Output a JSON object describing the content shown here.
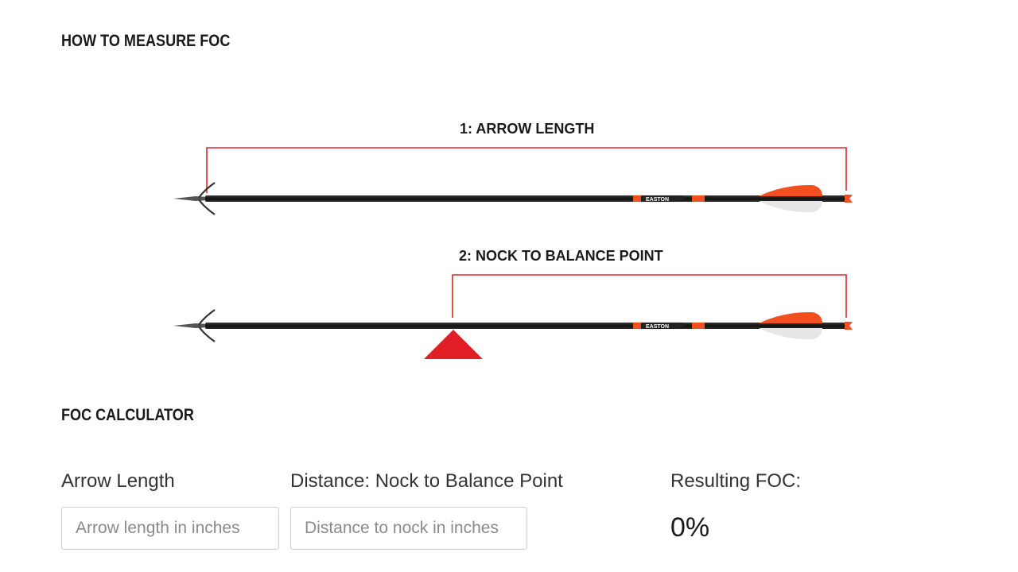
{
  "how_to": {
    "heading": "HOW TO MEASURE FOC",
    "step1_label": "1: ARROW LENGTH",
    "step2_label": "2: NOCK TO BALANCE POINT",
    "shaft_brand": "EASTON",
    "colors": {
      "bracket": "#d8262e",
      "balance_marker": "#e11d25",
      "shaft": "#1b1b1b",
      "vane_orange": "#f0501e",
      "vane_white": "#e6e6e6",
      "nock": "#f0501e"
    }
  },
  "calculator": {
    "heading": "FOC CALCULATOR",
    "arrow_length": {
      "label": "Arrow Length",
      "placeholder": "Arrow length in inches",
      "value": ""
    },
    "distance": {
      "label": "Distance: Nock to Balance Point",
      "placeholder": "Distance to nock in inches",
      "value": ""
    },
    "result": {
      "label": "Resulting FOC:",
      "value": "0%"
    }
  }
}
